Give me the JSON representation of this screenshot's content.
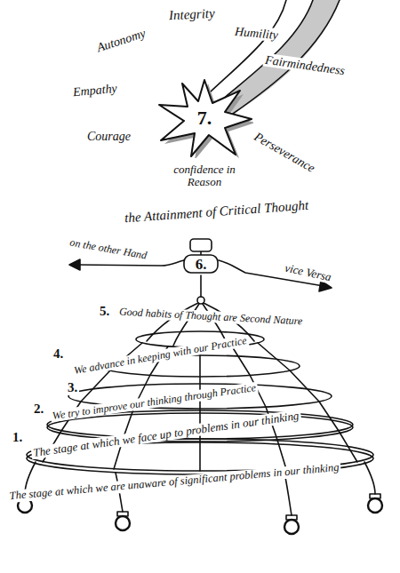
{
  "diagram": {
    "nodes": [
      {
        "text": [
          "7."
        ]
      },
      {
        "text": [
          "6."
        ]
      }
    ],
    "labels": [
      "Integrity",
      "Autonomy",
      "Humility",
      "Empathy",
      "Fairmindedness",
      "Courage",
      "Perseverance",
      "confidence in Reason",
      "the Attainment of Critical Thought",
      "on the other Hand",
      "vice Versa",
      "5.",
      "Good habits of Thought are Second Nature",
      "4.",
      "We advance in keeping with our Practice",
      "3.",
      "2.",
      "We try to improve our thinking through Practice",
      "1.",
      "The stage at which we face up to problems in our thinking",
      "The stage at which we are unaware of significant problems in our thinking"
    ]
  }
}
